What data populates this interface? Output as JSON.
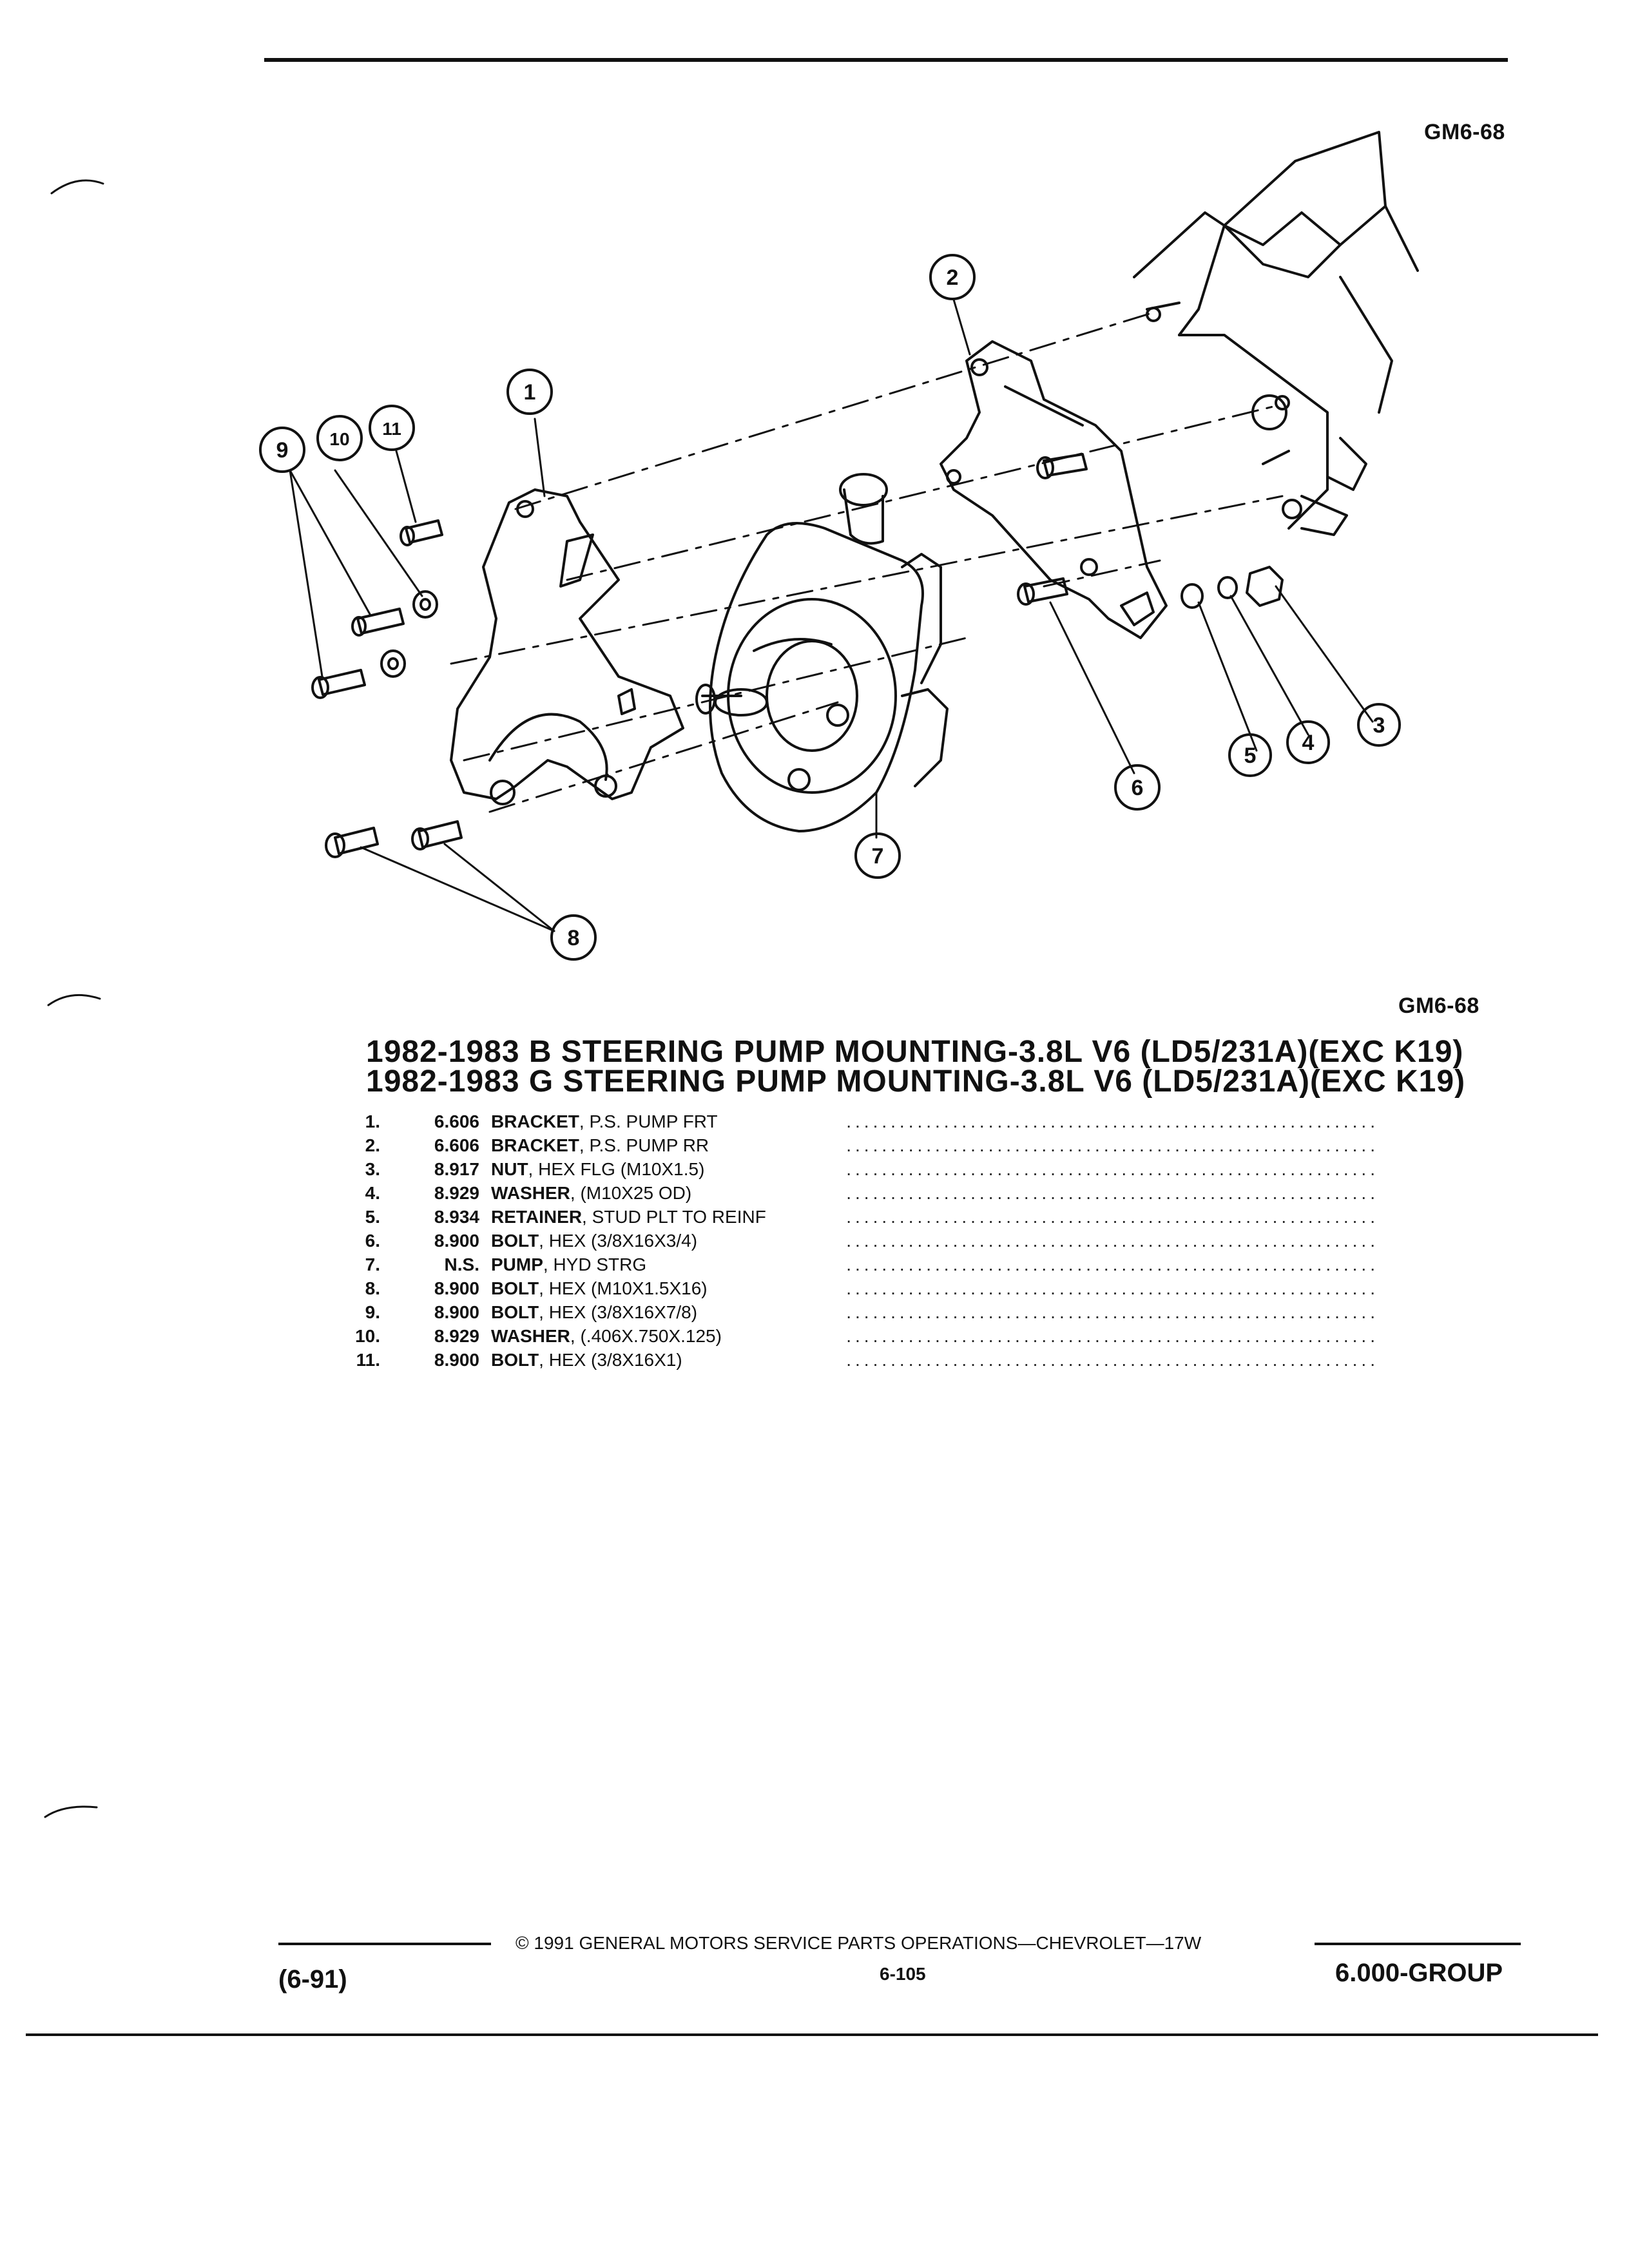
{
  "figure_id_top": "GM6-68",
  "figure_id_bottom": "GM6-68",
  "callouts": [
    "1",
    "2",
    "3",
    "4",
    "5",
    "6",
    "7",
    "8",
    "9",
    "10",
    "11"
  ],
  "titles": [
    "1982-1983 B STEERING PUMP MOUNTING-3.8L V6 (LD5/231A)(EXC K19)",
    "1982-1983 G STEERING PUMP MOUNTING-3.8L V6 (LD5/231A)(EXC K19)"
  ],
  "parts": [
    {
      "num": "1.",
      "code": "6.606",
      "name": "BRACKET",
      "spec": ", P.S. PUMP FRT"
    },
    {
      "num": "2.",
      "code": "6.606",
      "name": "BRACKET",
      "spec": ", P.S. PUMP RR"
    },
    {
      "num": "3.",
      "code": "8.917",
      "name": "NUT",
      "spec": ", HEX FLG (M10X1.5)"
    },
    {
      "num": "4.",
      "code": "8.929",
      "name": "WASHER",
      "spec": ", (M10X25 OD)"
    },
    {
      "num": "5.",
      "code": "8.934",
      "name": "RETAINER",
      "spec": ", STUD PLT TO REINF"
    },
    {
      "num": "6.",
      "code": "8.900",
      "name": "BOLT",
      "spec": ", HEX (3/8X16X3/4)"
    },
    {
      "num": "7.",
      "code": "N.S.",
      "name": "PUMP",
      "spec": ", HYD STRG"
    },
    {
      "num": "8.",
      "code": "8.900",
      "name": "BOLT",
      "spec": ", HEX (M10X1.5X16)"
    },
    {
      "num": "9.",
      "code": "8.900",
      "name": "BOLT",
      "spec": ", HEX (3/8X16X7/8)"
    },
    {
      "num": "10.",
      "code": "8.929",
      "name": "WASHER",
      "spec": ", (.406X.750X.125)"
    },
    {
      "num": "11.",
      "code": "8.900",
      "name": "BOLT",
      "spec": ", HEX (3/8X16X1)"
    }
  ],
  "footer": {
    "date": "(6-91)",
    "copyright": "© 1991 GENERAL MOTORS SERVICE PARTS OPERATIONS—CHEVROLET—17W",
    "page": "6-105",
    "group": "6.000-GROUP"
  }
}
